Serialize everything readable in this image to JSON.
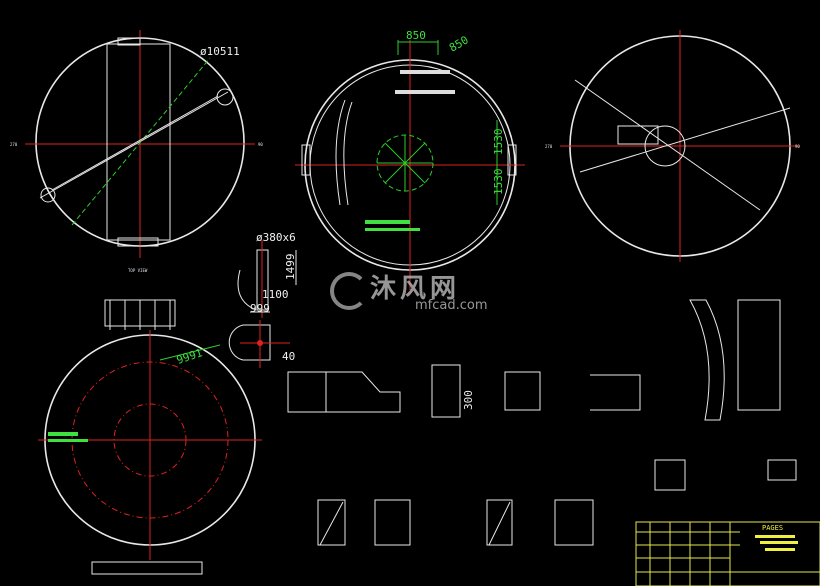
{
  "drawing": {
    "background_color": "#000000",
    "colors": {
      "outline": "#e8e8e8",
      "centerline": "#dd2222",
      "dimension": "#2ecc2e",
      "title_block": "#e6e64a"
    },
    "dimensions": {
      "top_left_diameter": "ø10511",
      "top_center_width": "850",
      "top_center_width_2": "850",
      "top_center_right_1": "1530",
      "top_center_right_2": "1530",
      "pipe_size": "ø380x6",
      "height_1499": "1499",
      "height_1100": "1100",
      "width_999": "999",
      "width_40": "40",
      "detail_300": "300",
      "bottom_left_9991": "9991"
    },
    "title_block": {
      "heading": "PAGES"
    }
  },
  "watermark": {
    "chinese": "沐风网",
    "site": "mfcad.com"
  }
}
